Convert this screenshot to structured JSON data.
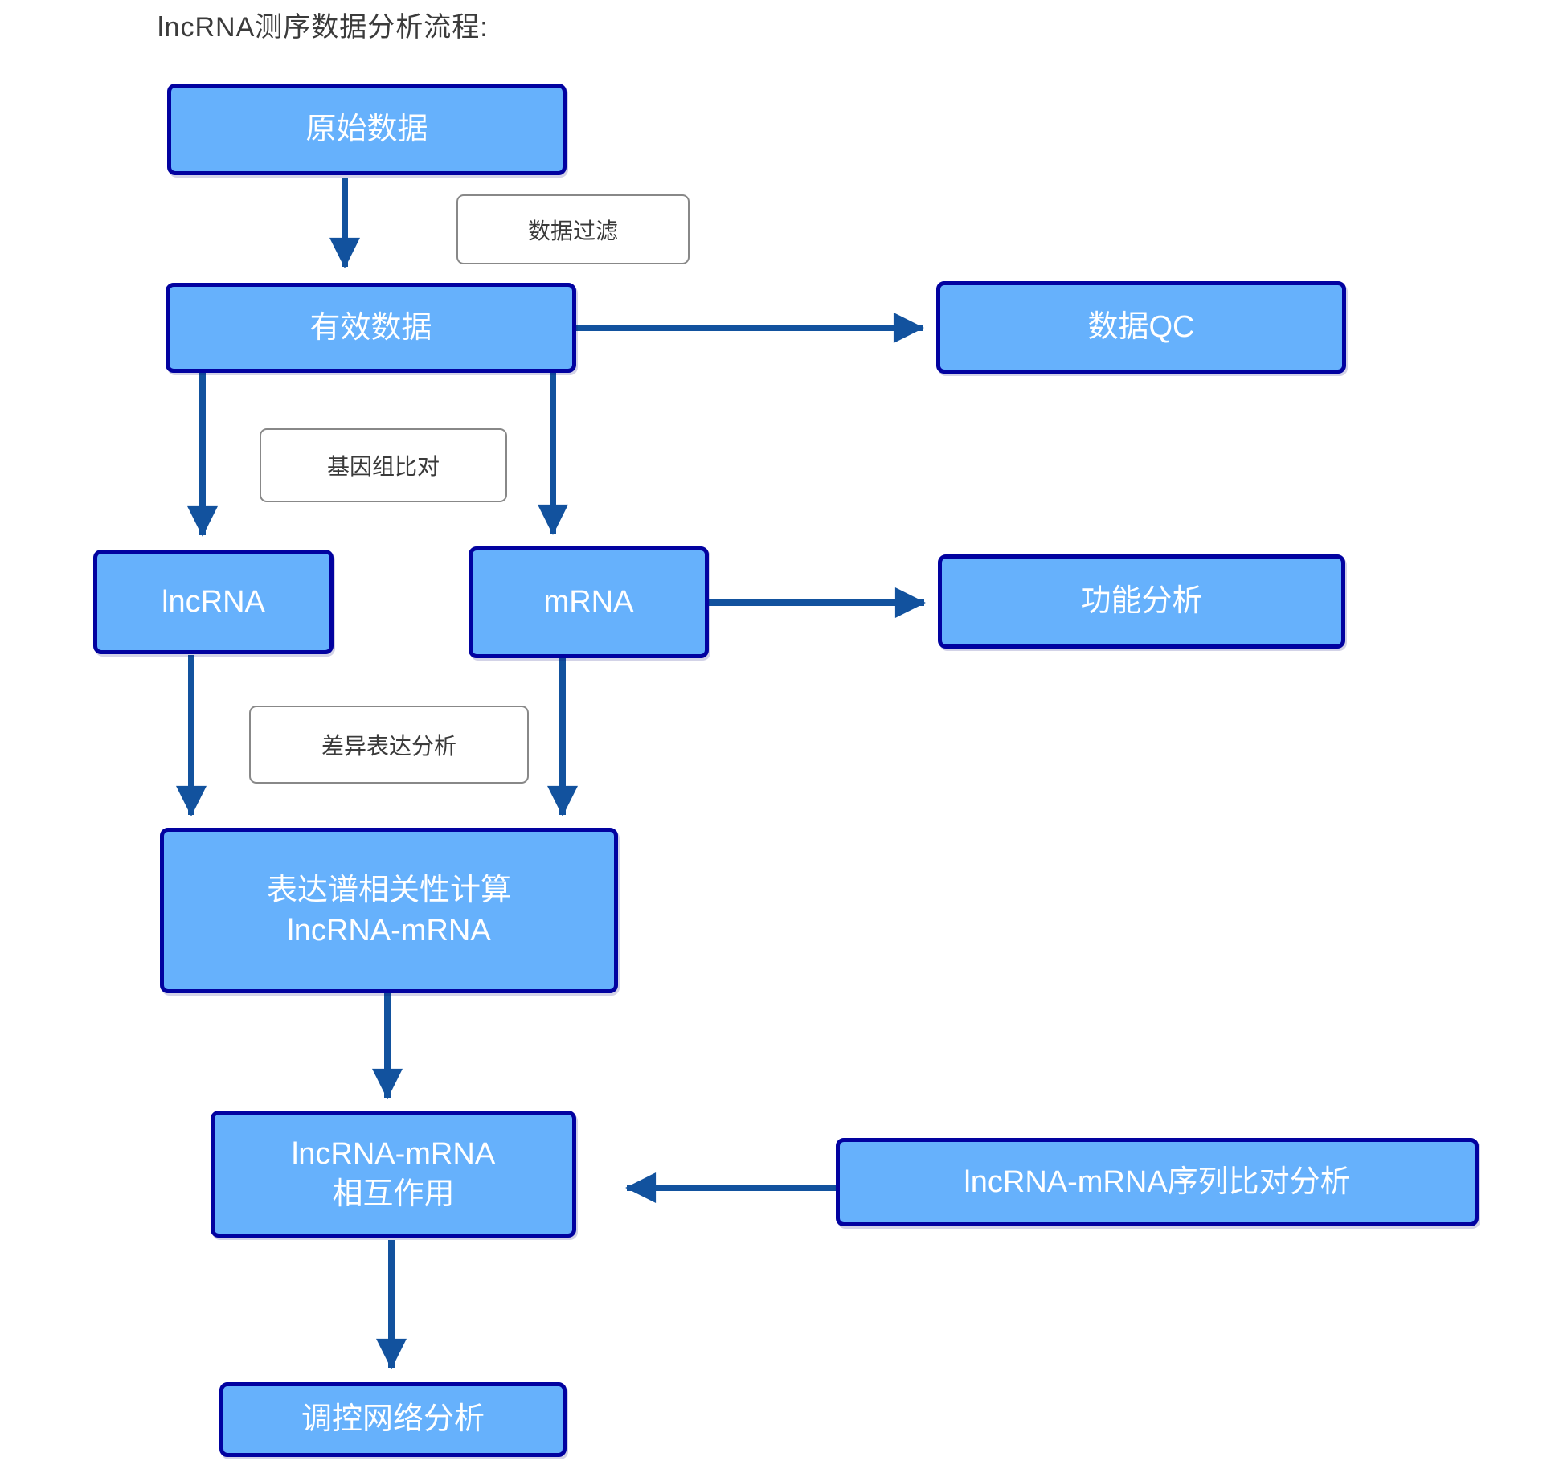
{
  "title": "lncRNA测序数据分析流程:",
  "colors": {
    "node_fill": "#66B1FC",
    "node_border": "#0202A0",
    "node_text": "#FFFFFF",
    "arrow": "#12529E",
    "step_label_border": "#888888",
    "step_label_text": "#3A3A3A",
    "title_text": "#3B3B3B",
    "background": "#FFFFFF"
  },
  "nodes": {
    "raw": {
      "label": "原始数据"
    },
    "valid": {
      "label": "有效数据"
    },
    "qc": {
      "label": "数据QC"
    },
    "lncrna": {
      "label": "lncRNA"
    },
    "mrna": {
      "label": "mRNA"
    },
    "func": {
      "label": "功能分析"
    },
    "corr": {
      "line1": "表达谱相关性计算",
      "line2": "lncRNA-mRNA"
    },
    "inter": {
      "line1": "lncRNA-mRNA",
      "line2": "相互作用"
    },
    "seq": {
      "label": "lncRNA-mRNA序列比对分析"
    },
    "network": {
      "label": "调控网络分析"
    }
  },
  "step_labels": {
    "filter": "数据过滤",
    "align": "基因组比对",
    "de": "差异表达分析"
  }
}
